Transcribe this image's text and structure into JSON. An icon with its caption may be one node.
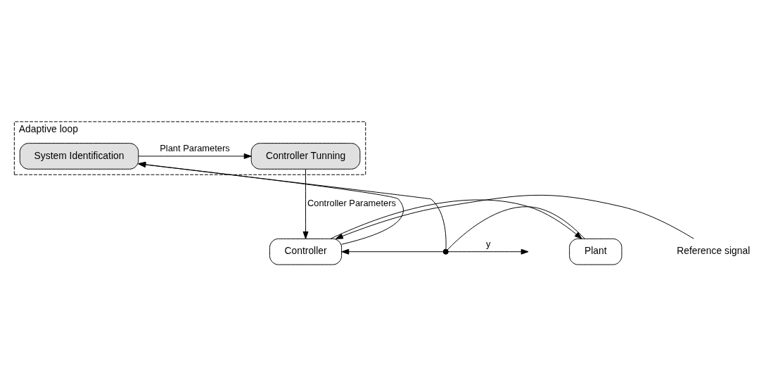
{
  "diagram": {
    "nodes": [
      {
        "text": [
          "Adaptive loop"
        ]
      },
      {
        "text": [
          "Controller Tunning"
        ],
        "in": 0
      },
      {
        "text": [
          "System Identification"
        ],
        "in": 0
      },
      {
        "text": [
          "Reference signal"
        ]
      },
      {
        "text": [
          "Controller"
        ]
      },
      {
        "text": [
          "Plant"
        ]
      },
      {
        "text": [],
        "shape": "circle"
      }
    ],
    "edges": [
      {
        "from": 2,
        "to": 1,
        "arrow": "to",
        "label": "Plant Parameters"
      },
      {
        "from": 1,
        "to": 4,
        "arrow": "to",
        "label": "Controller Parameters"
      },
      {
        "from": 3,
        "to": 4,
        "arrow": "to"
      },
      {
        "from": 4,
        "to": 5,
        "arrow": "to"
      },
      {
        "from": 4,
        "to": 2,
        "arrow": "to"
      },
      {
        "from": 5,
        "to": 6,
        "arrow": "none"
      },
      {
        "from": 6,
        "to": 2,
        "arrow": "to"
      },
      {
        "from": 6,
        "to": 4,
        "arrow": "to"
      },
      {
        "from": 6,
        "to": null,
        "arrow": "to",
        "label": "y"
      }
    ]
  }
}
